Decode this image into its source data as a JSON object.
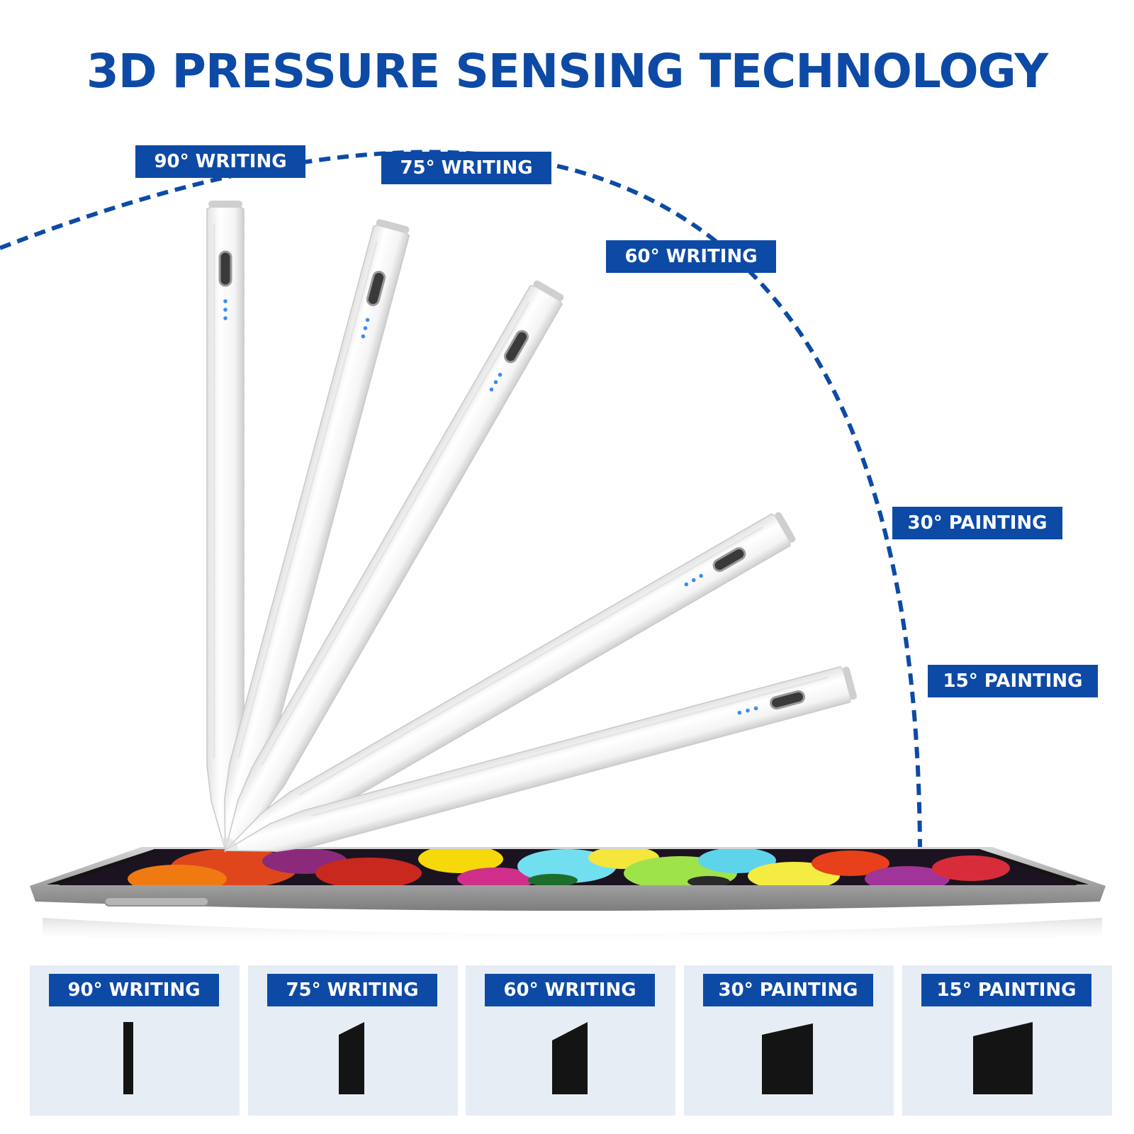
{
  "title": "3D PRESSURE SENSING TECHNOLOGY",
  "colors": {
    "brand_blue": "#0d4aa6",
    "panel_bg": "#e6edf5",
    "tip_black": "#141414"
  },
  "labels": [
    "90° WRITING",
    "75° WRITING",
    "60° WRITING",
    "30° PAINTING",
    "15° PAINTING"
  ],
  "angles_deg": [
    90,
    75,
    60,
    30,
    15
  ],
  "panels": [
    {
      "label": "90° WRITING",
      "angle_deg": 90
    },
    {
      "label": "75° WRITING",
      "angle_deg": 75
    },
    {
      "label": "60° WRITING",
      "angle_deg": 60
    },
    {
      "label": "30° PAINTING",
      "angle_deg": 30
    },
    {
      "label": "15° PAINTING",
      "angle_deg": 15
    }
  ]
}
